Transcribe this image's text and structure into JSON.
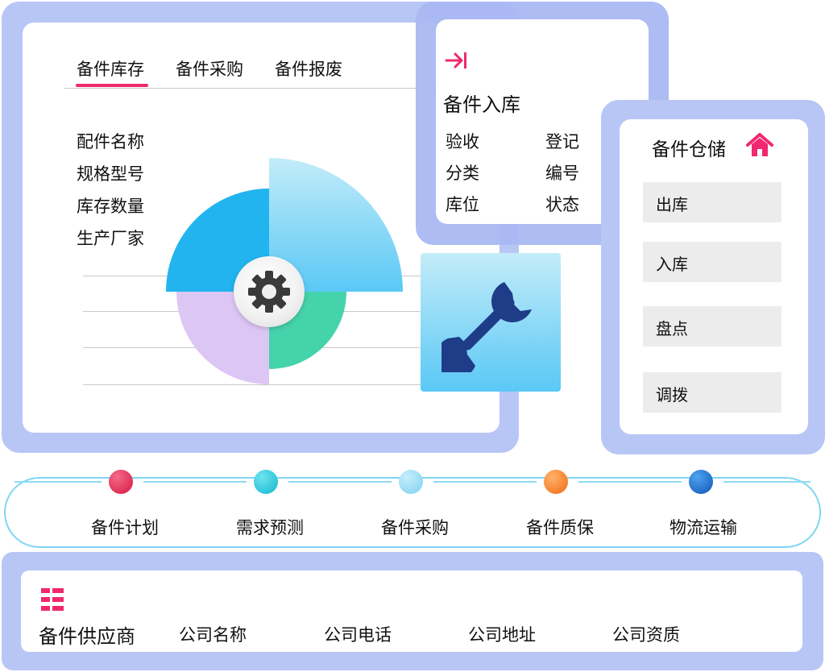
{
  "tabs": [
    "备件库存",
    "备件采购",
    "备件报废"
  ],
  "attributes": [
    "配件名称",
    "规格型号",
    "库存数量",
    "生产厂家"
  ],
  "inbound": {
    "title": "备件入库",
    "items": [
      "验收",
      "登记",
      "分类",
      "编号",
      "库位",
      "状态"
    ]
  },
  "storage": {
    "title": "备件仓储",
    "buttons": [
      "出库",
      "入库",
      "盘点",
      "调拨"
    ]
  },
  "process": {
    "steps": [
      "备件计划",
      "需求预测",
      "备件采购",
      "备件质保",
      "物流运输"
    ]
  },
  "supplier": {
    "title": "备件供应商",
    "fields": [
      "公司名称",
      "公司电话",
      "公司地址",
      "公司资质"
    ]
  },
  "colors": {
    "accent": "#f0286e",
    "frame": "#b8c6f6",
    "dot_1": "#e8204f",
    "dot_2": "#1fc7d7",
    "dot_3": "#8fd8f2",
    "dot_4": "#f77a1c",
    "dot_5": "#1565c8"
  },
  "icons": [
    "login-arrow-icon",
    "home-icon",
    "gear-icon",
    "wrench-icon",
    "list-icon"
  ]
}
